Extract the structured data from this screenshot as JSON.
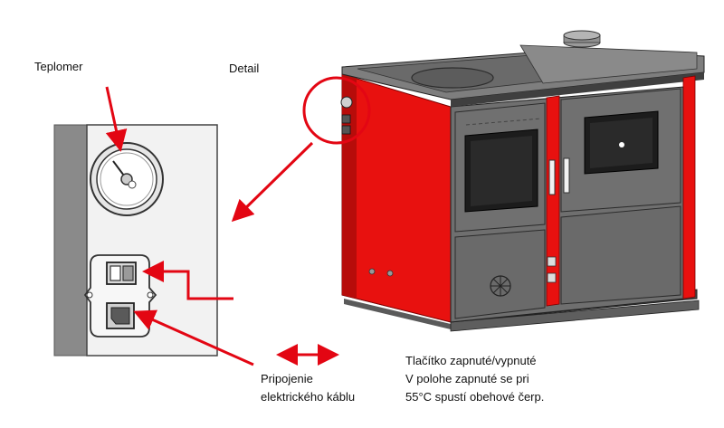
{
  "labels": {
    "thermometer": "Teplomer",
    "detail": "Detail",
    "cable_line1": "Pripojenie",
    "cable_line2": "elektrického káblu",
    "switch_line1": "Tlačítko zapnuté/vypnuté",
    "switch_line2": "V polohe zapnuté se pri",
    "switch_line3": "55°C spustí obehové čerp."
  },
  "colors": {
    "accent_red": "#e30613",
    "stove_red": "#e8110f",
    "stove_gray": "#6f6f6f",
    "stove_dark": "#3f3f3f"
  },
  "icons": {
    "thermometer": "thermometer-dial-icon",
    "switch": "rocker-switch-icon",
    "socket": "power-socket-icon",
    "fan": "fan-vent-icon"
  }
}
